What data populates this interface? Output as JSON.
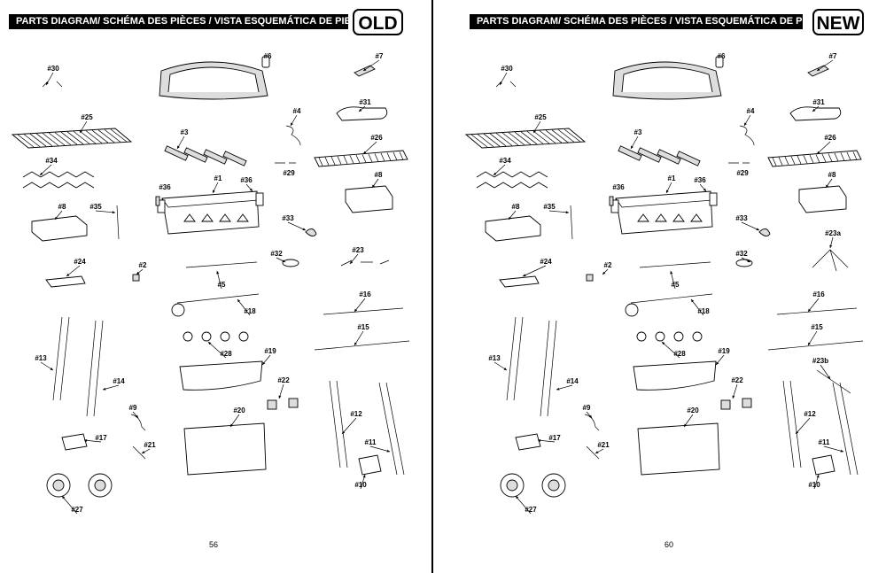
{
  "header_title": "PARTS DIAGRAM/ SCHÉMA DES PIÈCES / VISTA ESQUEMÁTICA DE PIEZAS",
  "pages": [
    {
      "stamp": "OLD",
      "page_number": "56",
      "labels": [
        "#30",
        "#6",
        "#7",
        "#31",
        "#4",
        "#25",
        "#3",
        "#26",
        "#34",
        "#29",
        "#36",
        "#1",
        "#36",
        "#8",
        "#8",
        "#35",
        "#33",
        "#24",
        "#2",
        "#32",
        "#23",
        "#5",
        "#16",
        "#18",
        "#15",
        "#28",
        "#13",
        "#19",
        "#14",
        "#22",
        "#9",
        "#20",
        "#12",
        "#17",
        "#21",
        "#11",
        "#10",
        "#27"
      ]
    },
    {
      "stamp": "NEW",
      "page_number": "60",
      "labels": [
        "#30",
        "#6",
        "#7",
        "#31",
        "#4",
        "#25",
        "#3",
        "#26",
        "#34",
        "#29",
        "#36",
        "#1",
        "#36",
        "#8",
        "#8",
        "#35",
        "#33",
        "#23a",
        "#24",
        "#2",
        "#32",
        "#5",
        "#16",
        "#18",
        "#15",
        "#28",
        "#23b",
        "#13",
        "#19",
        "#14",
        "#22",
        "#9",
        "#20",
        "#12",
        "#17",
        "#21",
        "#11",
        "#10",
        "#27"
      ]
    }
  ]
}
